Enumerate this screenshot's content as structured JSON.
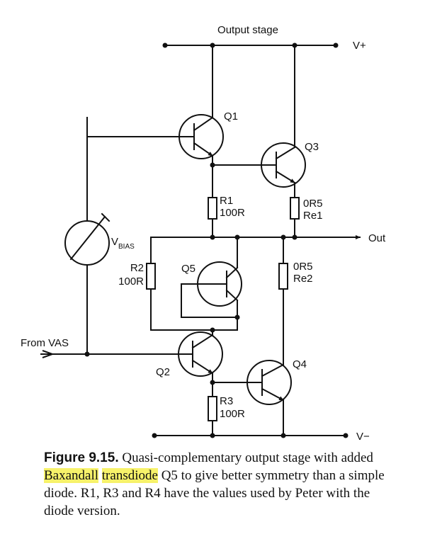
{
  "schematic": {
    "title": "Output stage",
    "vplus": "V+",
    "vminus": "V−",
    "out": "Out",
    "from_vas": "From VAS",
    "vbias_main": "V",
    "vbias_sub": "BIAS",
    "transistors": [
      "Q1",
      "Q2",
      "Q3",
      "Q4",
      "Q5"
    ],
    "r1": [
      "R1",
      "100R"
    ],
    "r2": [
      "R2",
      "100R"
    ],
    "r3": [
      "R3",
      "100R"
    ],
    "re1": [
      "0R5",
      "Re1"
    ],
    "re2": [
      "0R5",
      "Re2"
    ]
  },
  "caption": {
    "label": "Figure 9.15.",
    "text_before": " Quasi-complementary output stage with added ",
    "highlight_1": "Baxandall",
    "space": " ",
    "highlight_2": "transdiode",
    "text_after": " Q5 to give better symmetry than a simple diode. R1, R3 and R4 have the values used by Peter with the diode version.",
    "highlight_color": "#f7f26a"
  }
}
